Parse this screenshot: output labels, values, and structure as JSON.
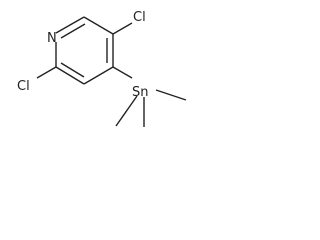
{
  "molecule": {
    "atoms": {
      "nitrogen": "N",
      "chlorine_top": "Cl",
      "chlorine_left": "Cl",
      "tin": "Sn"
    },
    "ink_color": "#222222",
    "background_color": "#ffffff"
  }
}
